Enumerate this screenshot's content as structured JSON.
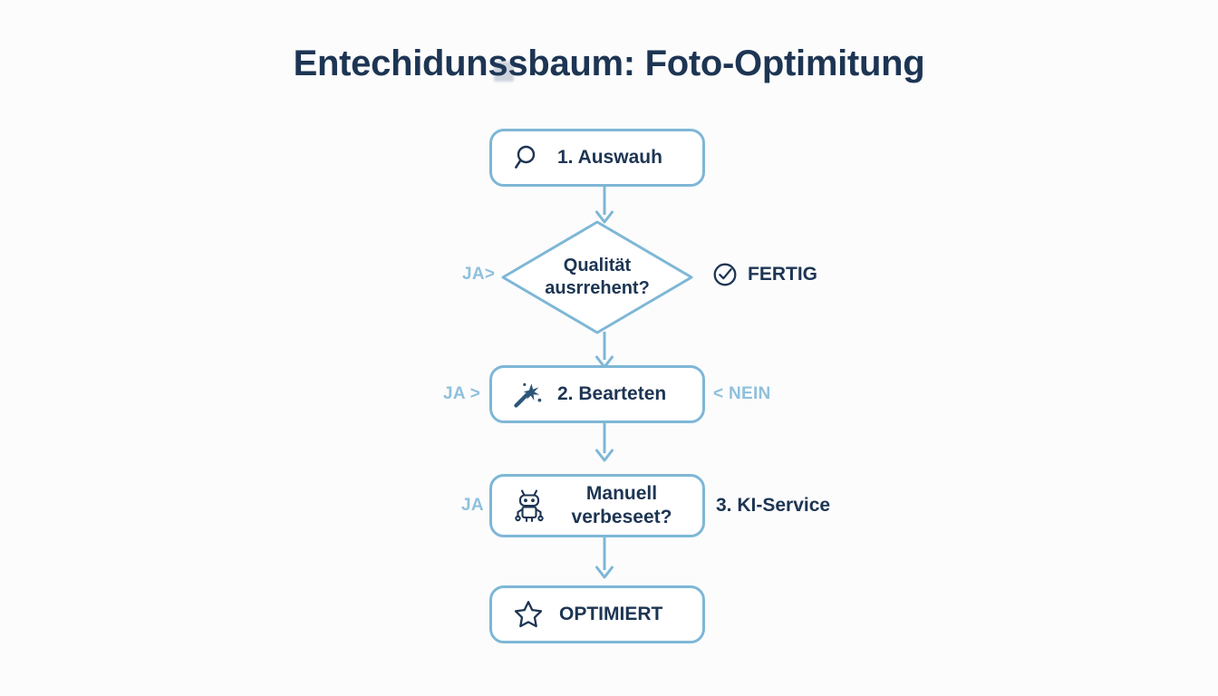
{
  "diagram": {
    "title": "Entechidunssbaum: Foto-Optimitung",
    "background_color": "#fcfcfd",
    "accent_color": "#7eb7d6",
    "text_color": "#1d3553",
    "muted_label_color": "#8fc0dc",
    "nodes": [
      {
        "id": "auswauh",
        "label": "1. Auswauh",
        "icon": "magnifier-icon",
        "shape": "rounded-rect"
      },
      {
        "id": "qualitaet",
        "label_line1": "Qualität",
        "label_line2": "ausrrehent?",
        "shape": "diamond"
      },
      {
        "id": "bearteten",
        "label": "2. Bearteten",
        "icon": "magic-wand-icon",
        "shape": "rounded-rect"
      },
      {
        "id": "manuell",
        "label_line1": "Manuell",
        "label_line2": "verbeseet?",
        "icon": "robot-icon",
        "shape": "rounded-rect"
      },
      {
        "id": "optimiert",
        "label": "OPTIMIERT",
        "icon": "star-icon",
        "shape": "rounded-rect"
      }
    ],
    "side_labels": {
      "diamond_left": "JA>",
      "diamond_right": "FERTIG",
      "diamond_right_icon": "check-circle-icon",
      "bearteten_left": "JA >",
      "bearteten_right": "< NEIN",
      "manuell_left": "JA",
      "manuell_right": "3. KI-Service"
    },
    "connectors": [
      {
        "from": "auswauh",
        "to": "qualitaet",
        "direction": "down"
      },
      {
        "from": "qualitaet",
        "to": "bearteten",
        "direction": "down"
      },
      {
        "from": "bearteten",
        "to": "manuell",
        "direction": "down"
      },
      {
        "from": "manuell",
        "to": "optimiert",
        "direction": "down"
      }
    ]
  }
}
